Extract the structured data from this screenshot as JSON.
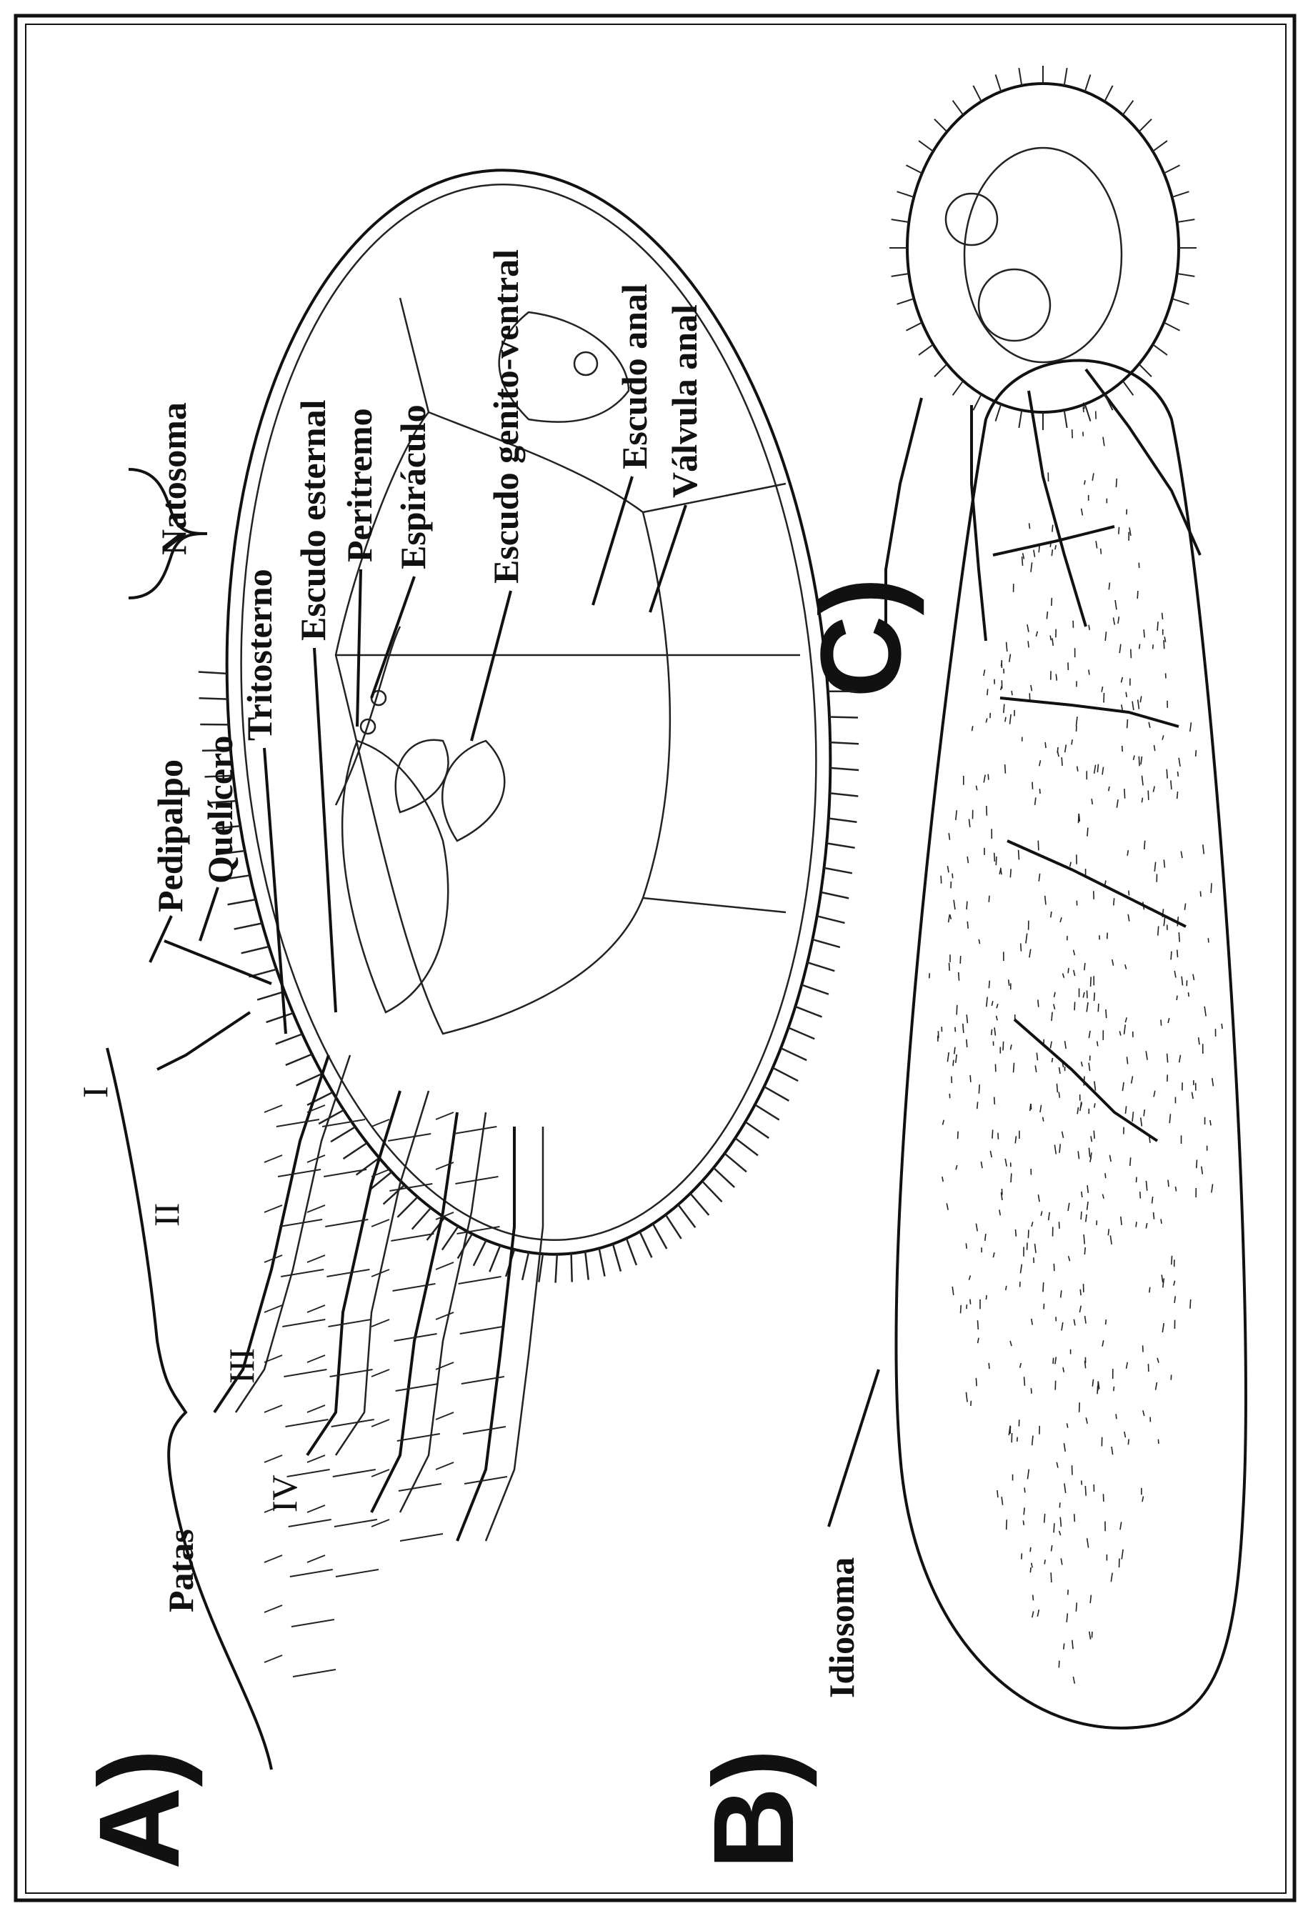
{
  "figure": {
    "panels": [
      {
        "letter": "A)"
      },
      {
        "letter": "B)"
      },
      {
        "letter": "C)"
      }
    ],
    "labels_a": {
      "pedipalpo": "Pedipalpo",
      "quelicero": "Quelícero",
      "natosoma": "Natosoma",
      "tritosterno": "Tritosterno",
      "escudo_esternal": "Escudo esternal",
      "peritremo": "Peritremo",
      "espiraculo": "Espiráculo",
      "escudo_genito_ventral": "Escudo  genito-ventral",
      "escudo_anal": "Escudo anal",
      "valvula_anal": "Válvula anal",
      "patas": "Patas",
      "leg_1": "I",
      "leg_2": "II",
      "leg_3": "III",
      "leg_4": "IV"
    },
    "labels_b": {
      "idiosoma": "Idiosoma"
    }
  }
}
